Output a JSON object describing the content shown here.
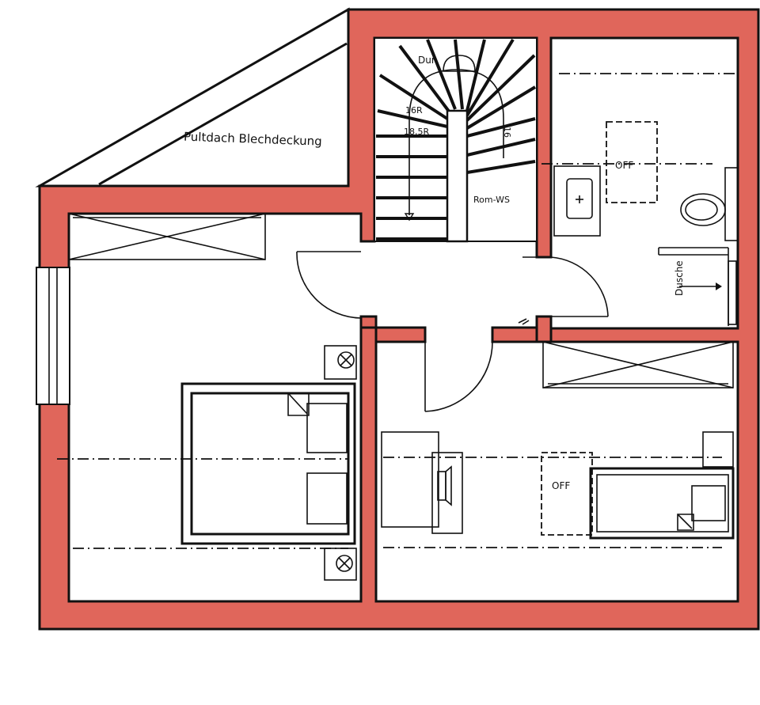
{
  "labels": {
    "roof": "Pultdach Blechdeckung",
    "stair_top": "Dur",
    "stair_steps_a": "16R",
    "stair_steps_b": "18,5R",
    "stair_side": "16",
    "stair_bottom": "Rom-WS",
    "bath_window": "OFF",
    "shower": "Dusche",
    "desk": "OFF"
  },
  "colors": {
    "wall": "#e0665b",
    "line": "#111111",
    "background": "#ffffff"
  }
}
